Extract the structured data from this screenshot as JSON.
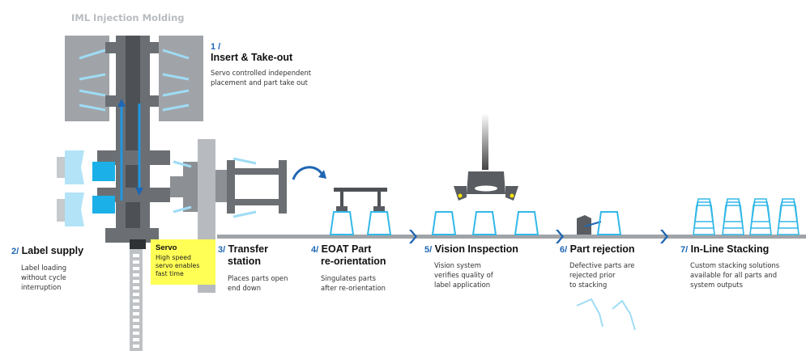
{
  "machine_title": "IML Injection Molding",
  "colors": {
    "accent_blue": "#1f66b3",
    "cyan": "#33b8e8",
    "light_cyan": "#9fdcf5",
    "gray": "#a0a4a8",
    "dark_gray": "#595d61",
    "yellow": "#ffff55"
  },
  "steps": [
    {
      "num": "1 /",
      "title": "Insert & Take-out",
      "desc": [
        "Servo controlled independent",
        "placement and part take out"
      ]
    },
    {
      "num": "2/",
      "title": "Label supply",
      "desc": [
        "Label loading",
        "without cycle",
        "interruption"
      ]
    },
    {
      "num": "3/",
      "title": "Transfer",
      "title2": "station",
      "desc": [
        "Places parts open",
        "end down"
      ]
    },
    {
      "num": "4/",
      "title": "EOAT Part",
      "title2": "re-orientation",
      "desc": [
        "Singulates parts",
        "after re-orientation"
      ]
    },
    {
      "num": "5/",
      "title": "Vision Inspection",
      "desc": [
        "Vision system",
        "verifies quality of",
        "label application"
      ]
    },
    {
      "num": "6/",
      "title": "Part rejection",
      "desc": [
        "Defective parts are",
        "rejected prior",
        "to stacking"
      ]
    },
    {
      "num": "7/",
      "title": "In-Line Stacking",
      "desc": [
        "Custom stacking solutions",
        "available for all parts and",
        "system outputs"
      ]
    }
  ],
  "servo_box": {
    "title": "Servo",
    "desc": [
      "High speed",
      "servo enables",
      "fast time"
    ]
  }
}
